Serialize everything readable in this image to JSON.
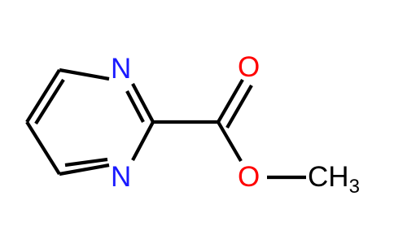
{
  "molecule": {
    "atoms": {
      "n_top": "N",
      "n_bottom": "N",
      "o_carbonyl": "O",
      "o_ester": "O",
      "methyl_c": "C",
      "methyl_h": "H",
      "methyl_h_count": "3"
    }
  },
  "colors": {
    "nitrogen": "#1a1aff",
    "oxygen": "#ff0000",
    "bond": "#000000",
    "background": "#ffffff"
  }
}
